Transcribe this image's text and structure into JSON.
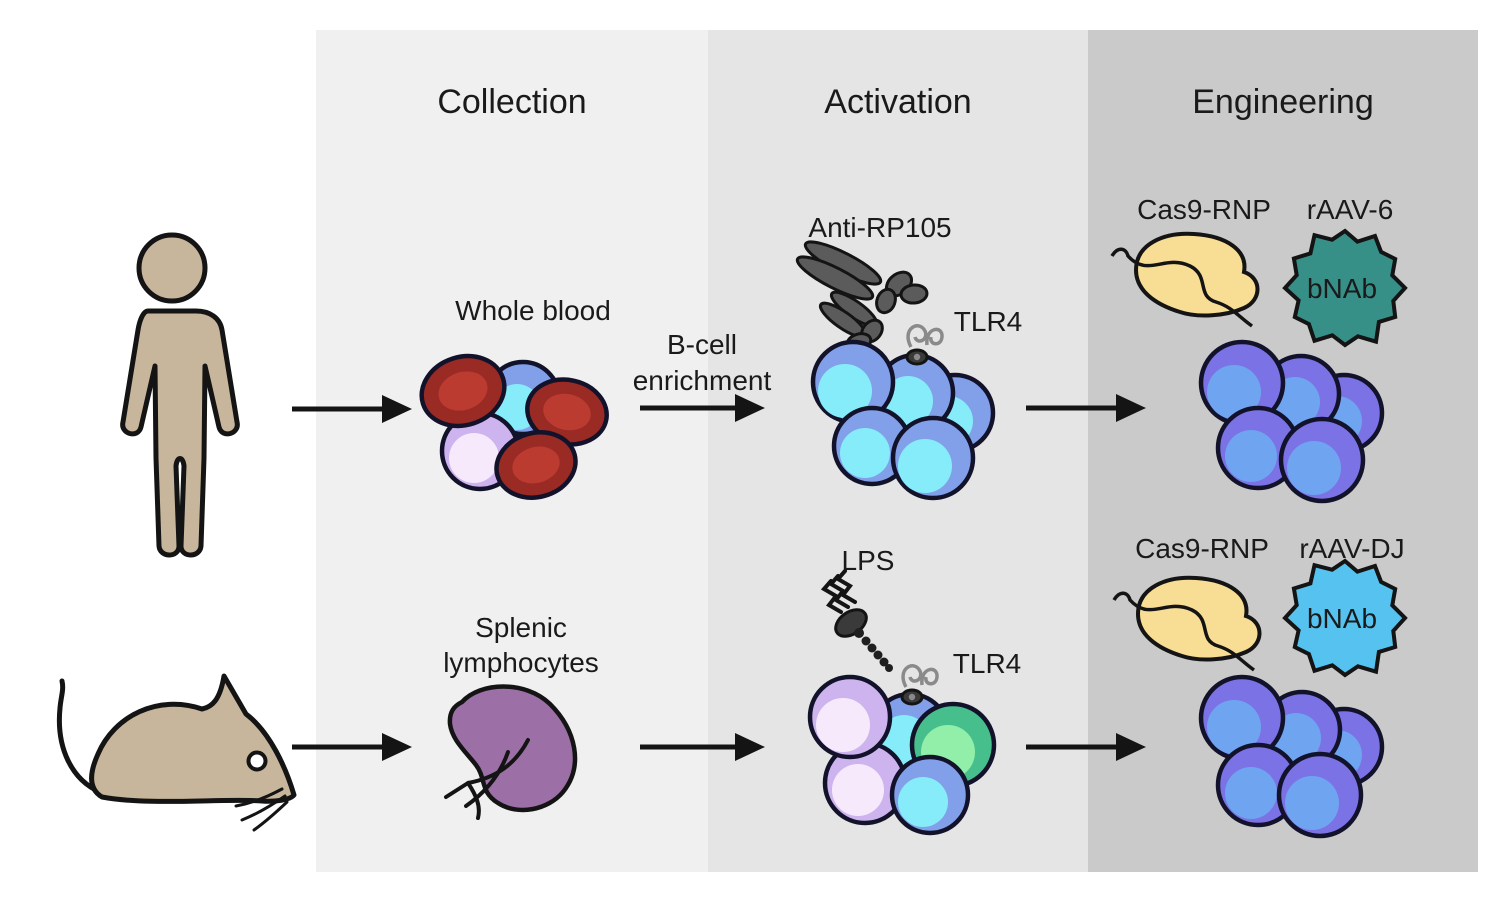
{
  "panels": {
    "collection": {
      "label": "Collection",
      "bg": "#f0f0f0"
    },
    "activation": {
      "label": "Activation",
      "bg": "#e5e5e5"
    },
    "engineering": {
      "label": "Engineering",
      "bg": "#cacaca"
    }
  },
  "human_row": {
    "source_icon": "human-figure",
    "sample_label": "Whole blood",
    "process_label_line1": "B-cell",
    "process_label_line2": "enrichment",
    "stimulus_label": "Anti-RP105",
    "receptor_label": "TLR4",
    "rnp_label": "Cas9-RNP",
    "vector_label": "rAAV-6",
    "vector_cargo_label": "bNAb"
  },
  "mouse_row": {
    "source_icon": "mouse-figure",
    "sample_label_line1": "Splenic",
    "sample_label_line2": "lymphocytes",
    "stimulus_label": "LPS",
    "receptor_label": "TLR4",
    "rnp_label": "Cas9-RNP",
    "vector_label": "rAAV-DJ",
    "vector_cargo_label": "bNAb"
  },
  "colors": {
    "panel_collection": "#f0f0f0",
    "panel_activation": "#e5e5e5",
    "panel_engineering": "#cacaca",
    "body_tan": "#c7b69b",
    "rbc_outer": "#992a24",
    "rbc_inner": "#bc3b31",
    "bcell_outer": "#82a0ea",
    "bcell_inner": "#86ecfa",
    "lavender_outer": "#cdb4ef",
    "lavender_inner": "#f7e9fc",
    "green_outer": "#47bf8d",
    "green_inner": "#92efa9",
    "engineered_outer": "#7b72e6",
    "engineered_inner": "#6fa4f0",
    "spleen_purple": "#9c70a6",
    "cas9_yellow": "#f8dd94",
    "aav6_teal": "#379088",
    "aavdj_blue": "#55c2f0",
    "antibody_gray": "#5b5b5b",
    "outline_black": "#141414"
  }
}
